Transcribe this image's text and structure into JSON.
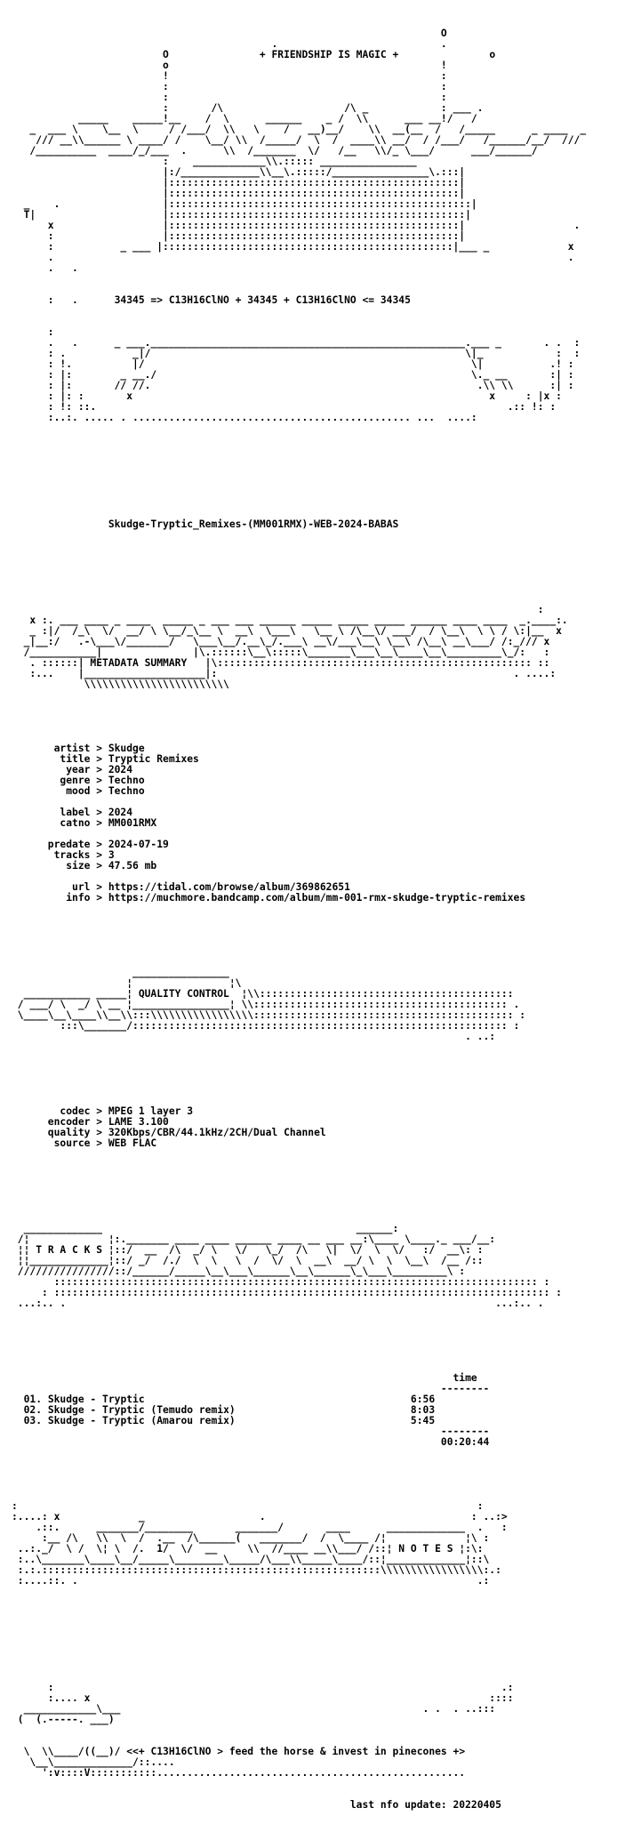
{
  "header": {
    "tagline": "+ FRIENDSHIP IS MAGIC +",
    "formula": "34345 => C13H16ClNO + 34345 + C13H16ClNO <= 34345"
  },
  "release_name": "Skudge-Tryptic_Remixes-(MM001RMX)-WEB-2024-BABAS",
  "sections": {
    "metadata_title": "METADATA SUMMARY",
    "quality_title": "QUALITY CONTROL",
    "tracks_title": "T R A C K S",
    "notes_title": "N O T E S"
  },
  "metadata": {
    "artist": "Skudge",
    "title": "Tryptic Remixes",
    "year": "2024",
    "genre": "Techno",
    "mood": "Techno",
    "label": "2024",
    "catno": "MM001RMX",
    "predate": "2024-07-19",
    "tracks": "3",
    "size": "47.56 mb",
    "url": "https://tidal.com/browse/album/369862651",
    "info": "https://muchmore.bandcamp.com/album/mm-001-rmx-skudge-tryptic-remixes"
  },
  "quality": {
    "codec": "MPEG 1 layer 3",
    "encoder": "LAME 3.100",
    "quality": "320Kbps/CBR/44.1kHz/2CH/Dual Channel",
    "source": "WEB FLAC"
  },
  "tracklist": {
    "time_header": "time",
    "tracks": [
      {
        "num": "01.",
        "name": "Skudge - Tryptic",
        "time": "6:56"
      },
      {
        "num": "02.",
        "name": "Skudge - Tryptic (Temudo remix)",
        "time": "8:03"
      },
      {
        "num": "03.",
        "name": "Skudge - Tryptic (Amarou remix)",
        "time": "5:45"
      }
    ],
    "total": "00:20:44"
  },
  "footer": {
    "motto": "feed the horse & invest in pinecones",
    "motto_prefix": "<<+ C13H16ClNO >",
    "motto_suffix": "+>",
    "update": "last nfo update: 20220405"
  }
}
